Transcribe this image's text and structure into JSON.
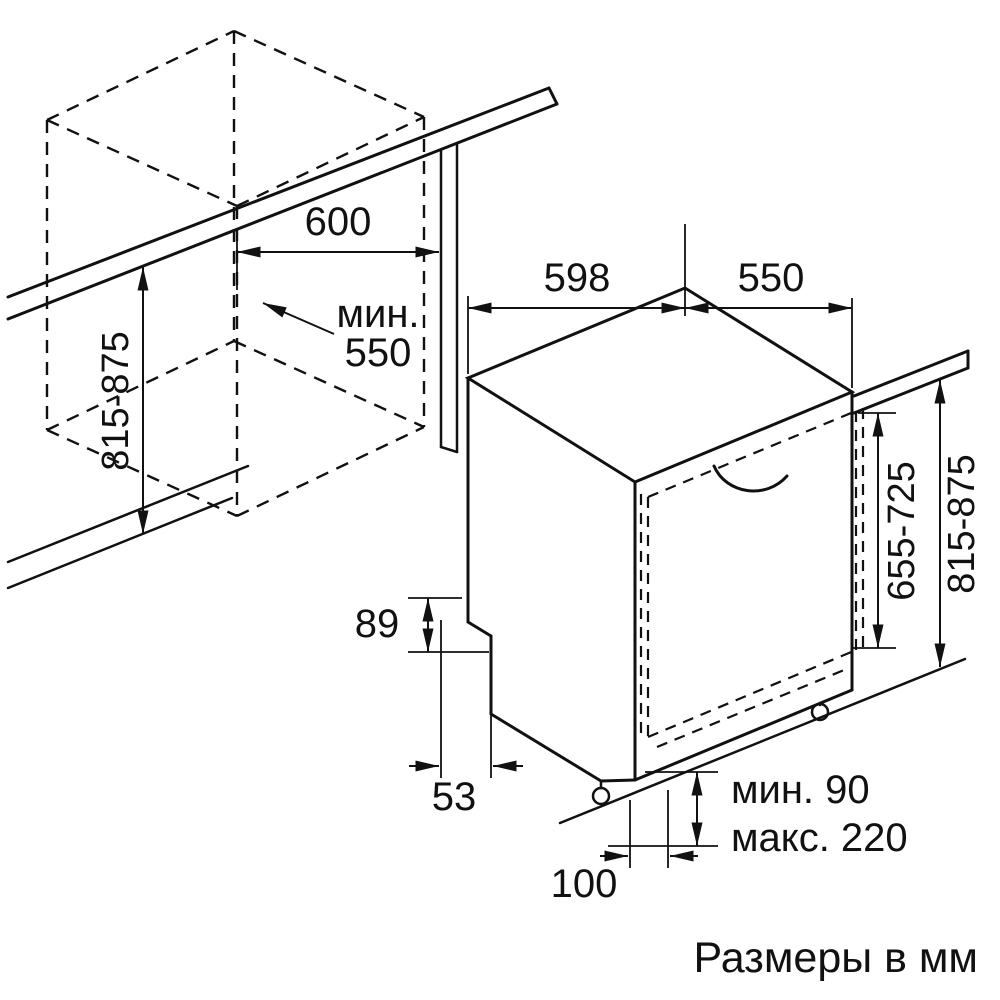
{
  "caption": "Размеры в мм",
  "labels": {
    "niche_width": "600",
    "niche_depth_min_line1": "мин.",
    "niche_depth_min_line2": "550",
    "niche_height": "815-875",
    "appliance_width": "598",
    "appliance_depth": "550",
    "door_panel_height": "655-725",
    "overall_height": "815-875",
    "base_height": "89",
    "base_offset": "53",
    "foot_offset": "100",
    "plinth_min": "мин. 90",
    "plinth_max": "макс. 220"
  }
}
